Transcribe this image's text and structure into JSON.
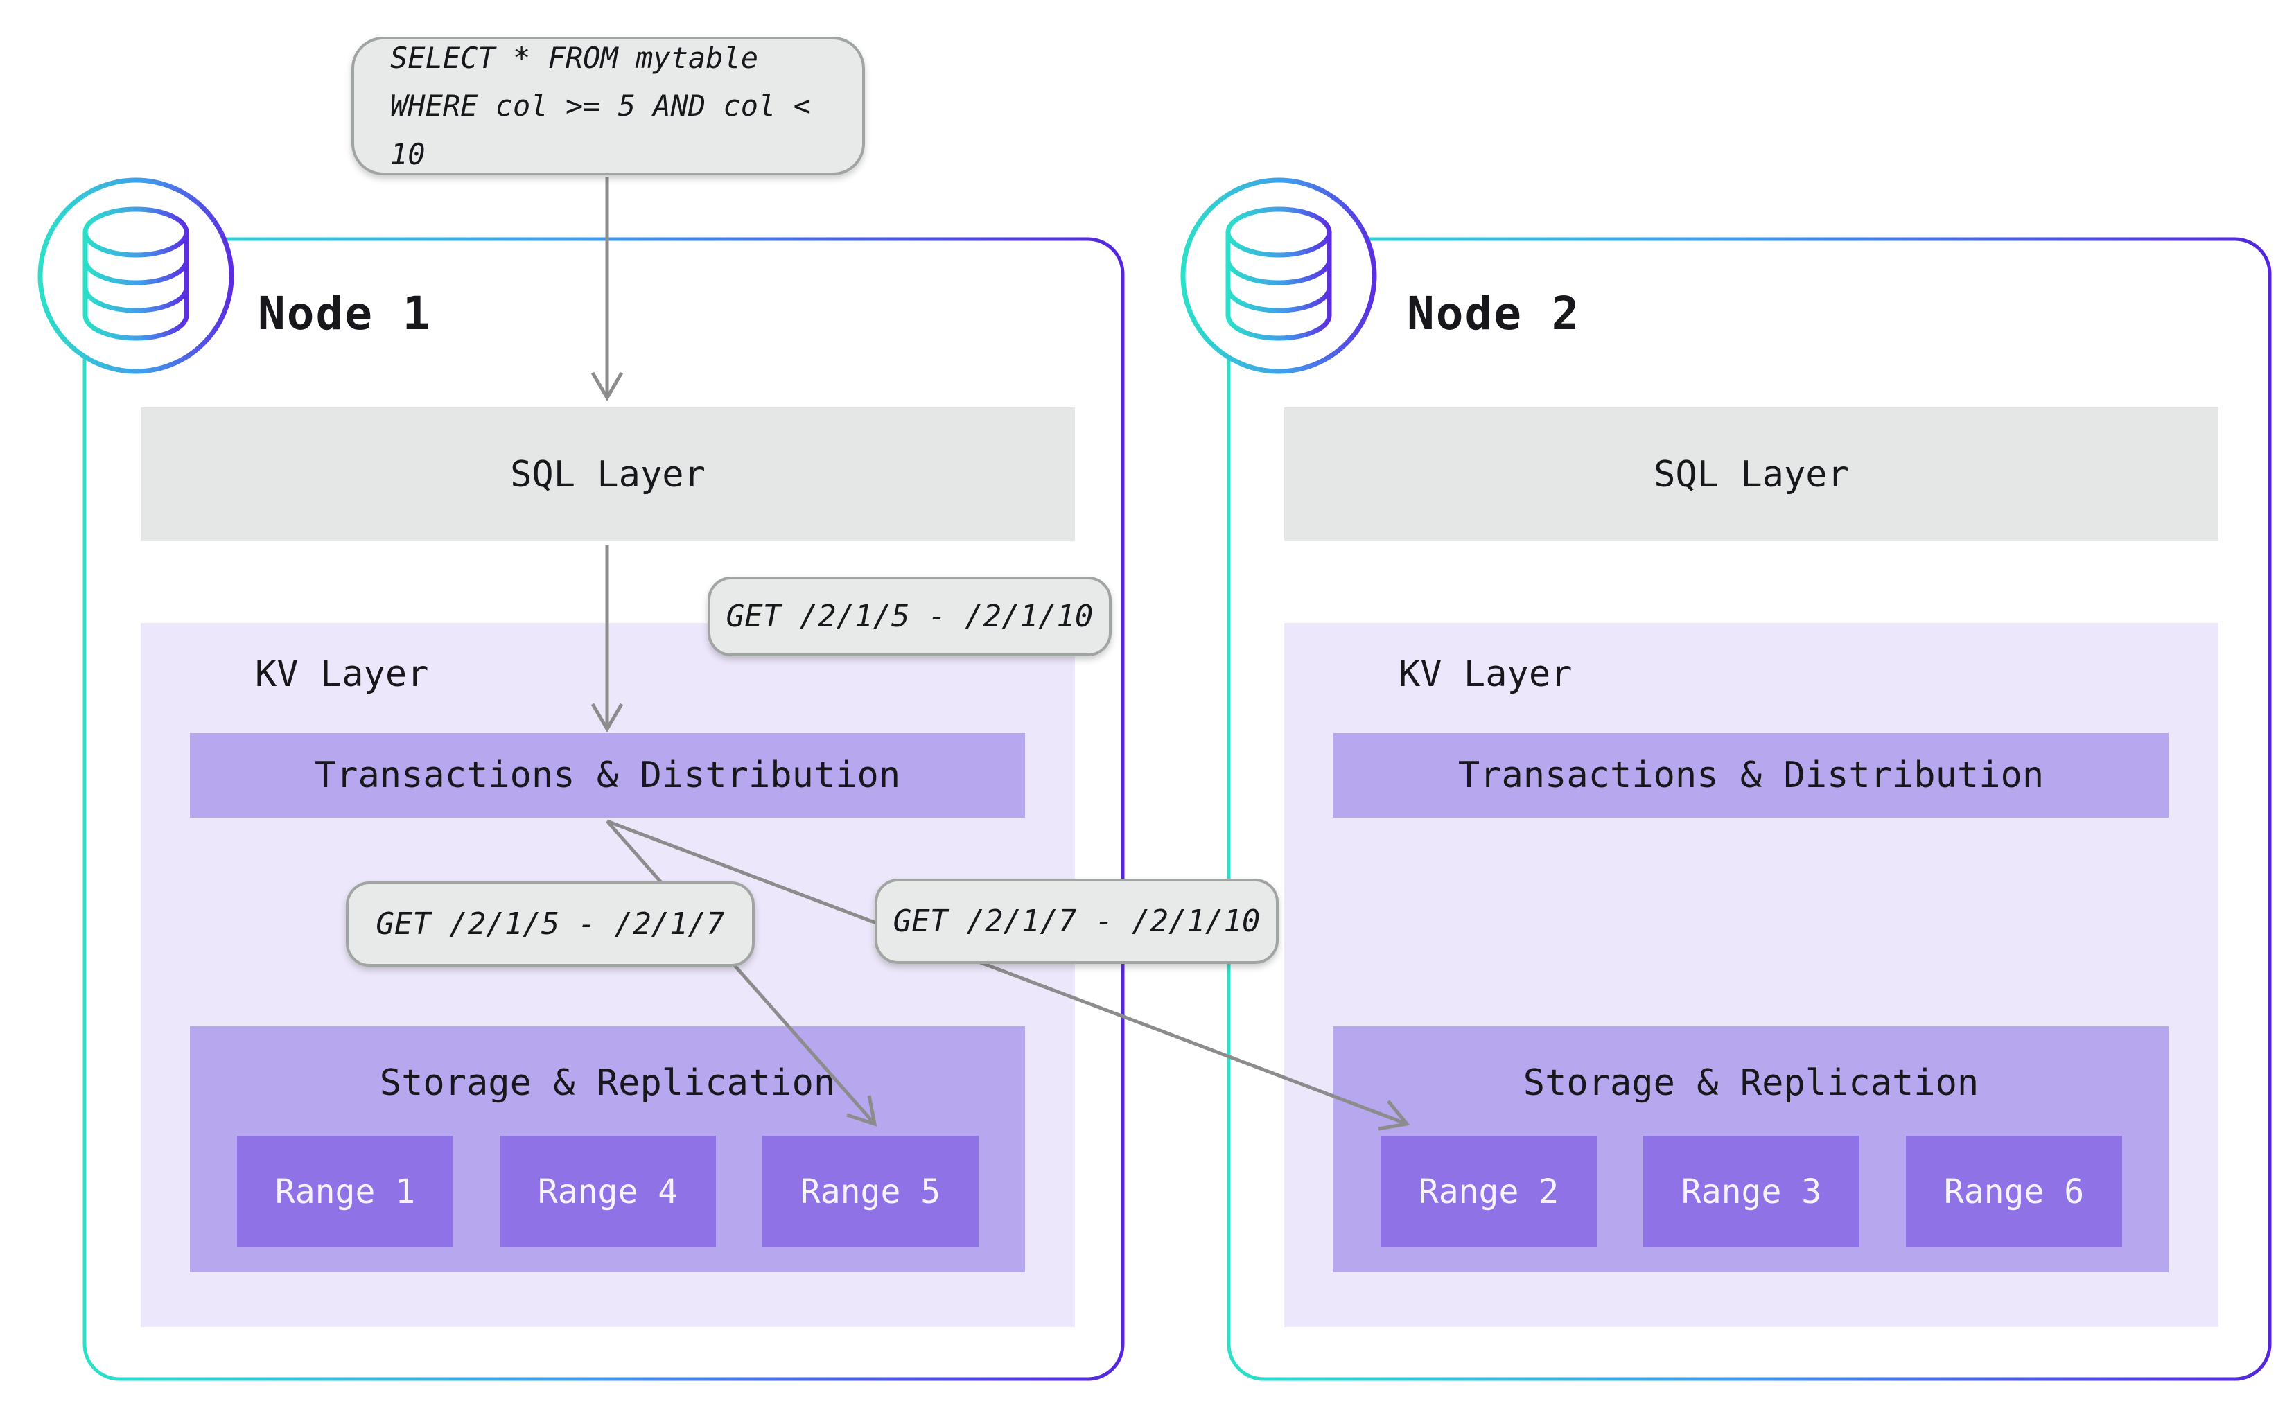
{
  "diagram": {
    "query": {
      "line1": "SELECT * FROM mytable",
      "line2": "WHERE col >= 5 AND col < 10"
    },
    "labels": {
      "get_full": "GET /2/1/5 - /2/1/10",
      "get_left": "GET /2/1/5 - /2/1/7",
      "get_right": "GET /2/1/7 - /2/1/10"
    },
    "nodes": [
      {
        "title": "Node 1",
        "sql_layer": "SQL Layer",
        "kv_layer": "KV Layer",
        "transactions": "Transactions & Distribution",
        "storage": "Storage & Replication",
        "ranges": [
          "Range 1",
          "Range 4",
          "Range 5"
        ]
      },
      {
        "title": "Node 2",
        "sql_layer": "SQL Layer",
        "kv_layer": "KV Layer",
        "transactions": "Transactions & Distribution",
        "storage": "Storage & Replication",
        "ranges": [
          "Range 2",
          "Range 3",
          "Range 6"
        ]
      }
    ],
    "icons": [
      "database-icon",
      "database-icon"
    ],
    "colors": {
      "accent_teal": "#2BE0C8",
      "accent_blue": "#419BEC",
      "accent_purple": "#5426DE",
      "sql_layer_gray": "#E5E7E6",
      "kv_lavender": "#ECE7FA",
      "purple_block": "#B7A7EE",
      "range_purple": "#8F73E6",
      "bubble_gray": "#E8EAE9",
      "bubble_border": "#A0A5A4",
      "arrow_gray": "#8C8C8C",
      "text_dark": "#17171C",
      "range_text": "#F6F3FD"
    }
  }
}
